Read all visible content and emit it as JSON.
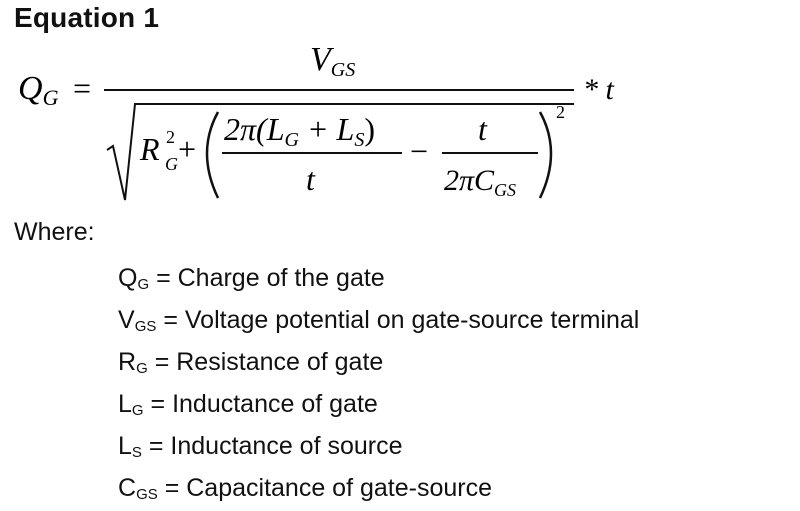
{
  "title": "Equation 1",
  "equation": {
    "lhs_symbol": "Q",
    "lhs_sub": "G",
    "equals": "=",
    "numerator_symbol": "V",
    "numerator_sub": "GS",
    "term1_symbol": "R",
    "term1_sup": "2",
    "term1_sub": "G",
    "plus": "+",
    "inner_num_a": "2π(L",
    "inner_num_a_sub": "G",
    "inner_num_b": " + L",
    "inner_num_b_sub": "S",
    "inner_num_close": ")",
    "inner_den": "t",
    "minus": "−",
    "frac2_num": "t",
    "frac2_den": "2πC",
    "frac2_den_sub": "GS",
    "power": "2",
    "multiplier": "* t"
  },
  "where_label": "Where:",
  "definitions": [
    {
      "symbol": "Q",
      "sub": "G",
      "text": "= Charge of the gate"
    },
    {
      "symbol": "V",
      "sub": "GS",
      "text": "= Voltage potential on gate-source terminal"
    },
    {
      "symbol": "R",
      "sub": "G",
      "text": "= Resistance of gate"
    },
    {
      "symbol": "L",
      "sub": "G",
      "text": "=  Inductance of gate"
    },
    {
      "symbol": "L",
      "sub": "S",
      "text": "= Inductance of source"
    },
    {
      "symbol": "C",
      "sub": "GS",
      "text": "= Capacitance of gate-source"
    }
  ]
}
